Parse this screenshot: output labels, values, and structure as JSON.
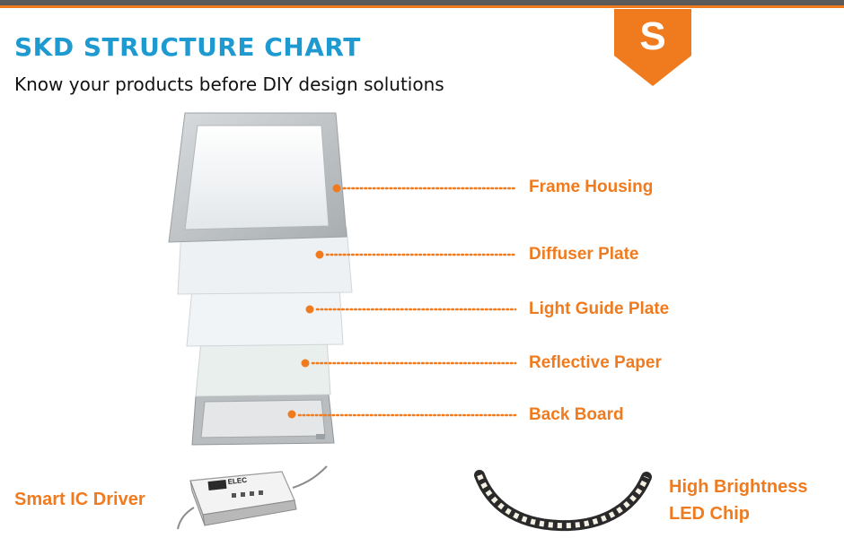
{
  "header": {
    "title": "SKD STRUCTURE CHART",
    "subtitle": "Know your products before DIY design solutions",
    "badge_letter": "S"
  },
  "colors": {
    "accent": "#f07b1f",
    "title": "#1f9ad0",
    "topbar": "#5a5a5a"
  },
  "parts": [
    {
      "label": "Frame Housing"
    },
    {
      "label": "Diffuser Plate"
    },
    {
      "label": "Light Guide Plate"
    },
    {
      "label": "Reflective Paper"
    },
    {
      "label": "Back Board"
    }
  ],
  "components": {
    "driver_label": "Smart IC Driver",
    "driver_brand": "ELEC",
    "led_label_line1": "High Brightness",
    "led_label_line2": "LED Chip"
  }
}
